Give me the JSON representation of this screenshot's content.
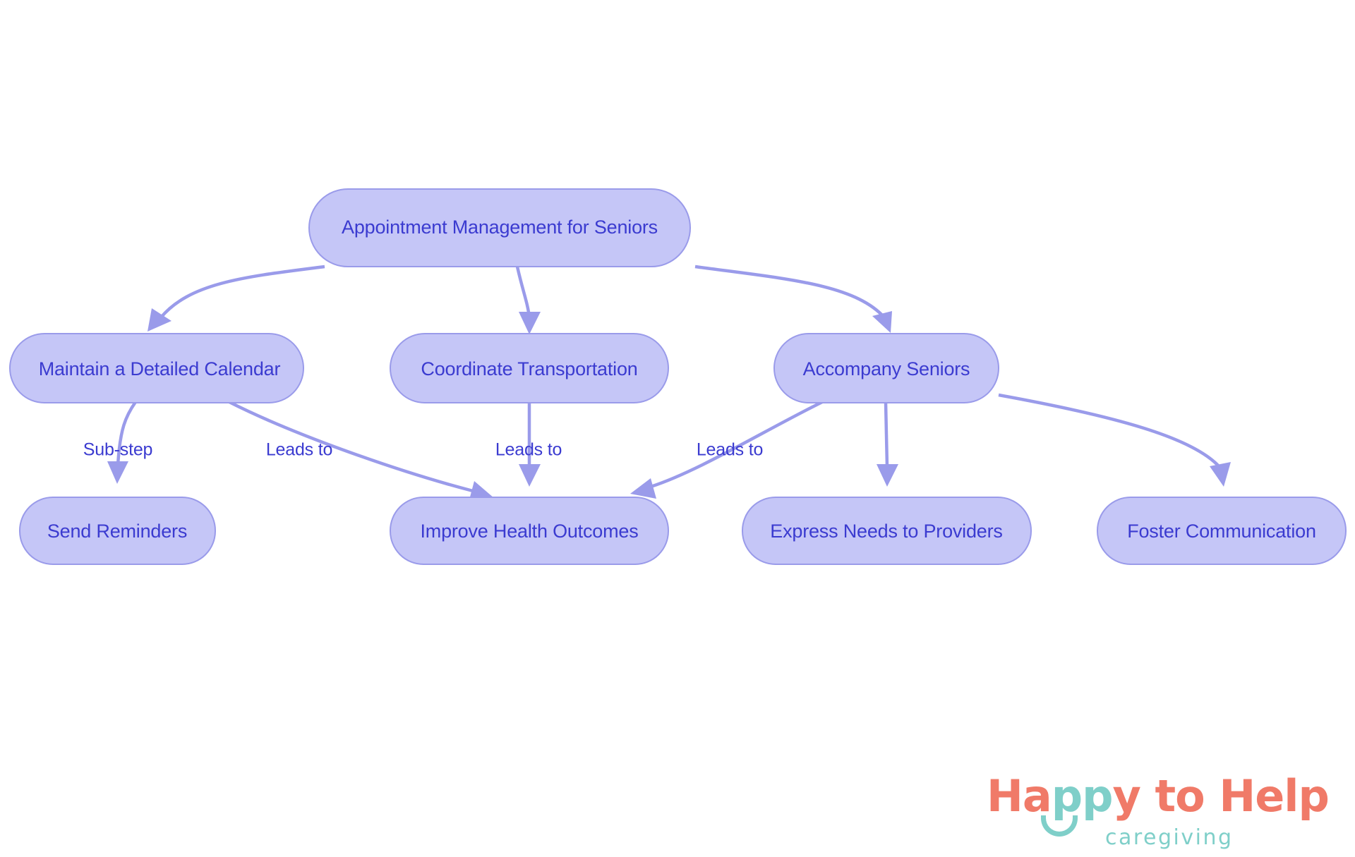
{
  "diagram": {
    "type": "flowchart",
    "title": "Appointment Management for Seniors",
    "node_fill": "#c5c6f7",
    "node_stroke": "#9a9bea",
    "text_color": "#3b3bd0",
    "edge_color": "#9a9bea",
    "background": "#ffffff",
    "nodes": [
      {
        "id": "root",
        "label": "Appointment Management for Seniors",
        "level": 0
      },
      {
        "id": "calendar",
        "label": "Maintain a Detailed Calendar",
        "level": 1
      },
      {
        "id": "transport",
        "label": "Coordinate Transportation",
        "level": 1
      },
      {
        "id": "accompany",
        "label": "Accompany Seniors",
        "level": 1
      },
      {
        "id": "reminders",
        "label": "Send Reminders",
        "level": 2
      },
      {
        "id": "outcomes",
        "label": "Improve Health Outcomes",
        "level": 2
      },
      {
        "id": "express",
        "label": "Express Needs to Providers",
        "level": 2
      },
      {
        "id": "foster",
        "label": "Foster Communication",
        "level": 2
      }
    ],
    "edges": [
      {
        "from": "root",
        "to": "calendar",
        "label": ""
      },
      {
        "from": "root",
        "to": "transport",
        "label": ""
      },
      {
        "from": "root",
        "to": "accompany",
        "label": ""
      },
      {
        "from": "calendar",
        "to": "reminders",
        "label": "Sub-step"
      },
      {
        "from": "calendar",
        "to": "outcomes",
        "label": "Leads to"
      },
      {
        "from": "transport",
        "to": "outcomes",
        "label": "Leads to"
      },
      {
        "from": "accompany",
        "to": "outcomes",
        "label": "Leads to"
      },
      {
        "from": "accompany",
        "to": "express",
        "label": ""
      },
      {
        "from": "accompany",
        "to": "foster",
        "label": ""
      }
    ]
  },
  "logo": {
    "word_ha": "Ha",
    "word_pp": "pp",
    "word_y": "y",
    "word_to_help": " to Help",
    "subtitle": "caregiving",
    "coral": "#f07a68",
    "teal": "#7fcfc9"
  }
}
